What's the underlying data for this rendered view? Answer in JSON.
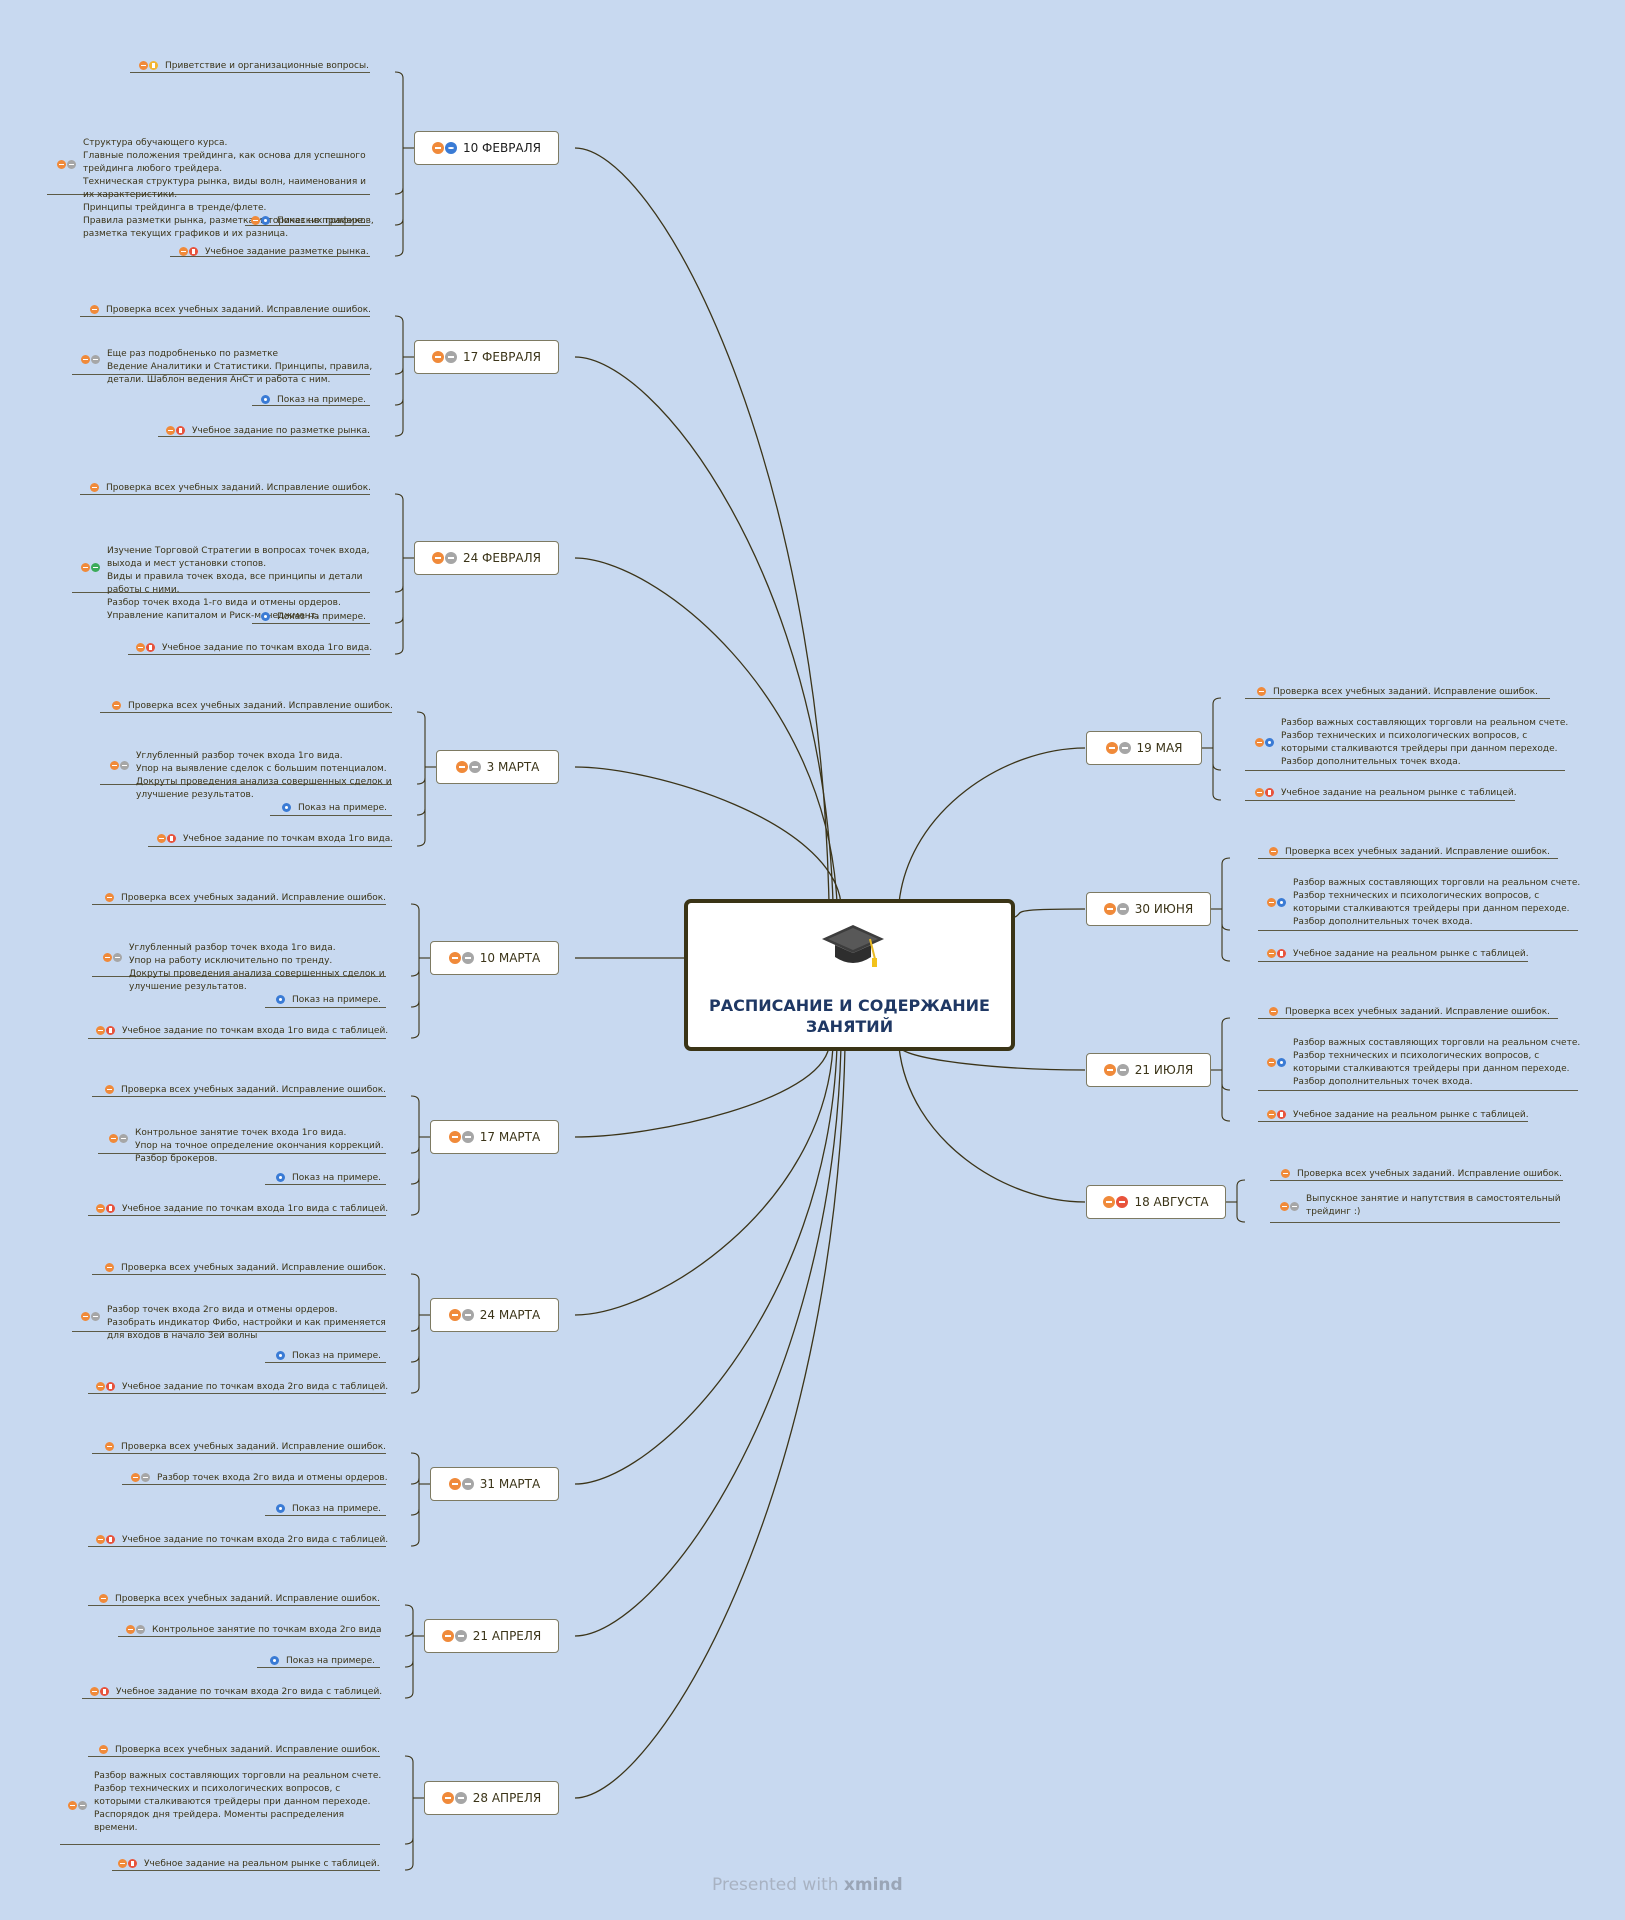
{
  "central": {
    "title": "РАСПИСАНИЕ И СОДЕРЖАНИЕ ЗАНЯТИЙ",
    "icon": "graduation-cap-icon"
  },
  "footer": {
    "presented_with": "Presented with",
    "brand": "xmind"
  },
  "left_topics": [
    {
      "date": "10 ФЕВРАЛЯ",
      "icons": [
        "orange",
        "blue"
      ],
      "children": [
        {
          "text": "Приветствие и организационные вопросы.",
          "icons": [
            "orange",
            "yellow"
          ]
        },
        {
          "text": "Структура обучающего курса.\nГлавные положения трейдинга, как основа для успешного\nтрейдинга любого трейдера.\nТехническая структура рынка, виды волн, наименования и\nих характеристики.\nПринципы трейдинга в тренде/флете.\nПравила разметки рынка, разметка исторических графиков,\nразметка текущих графиков и их разница.",
          "icons": [
            "orange",
            "gray"
          ]
        },
        {
          "text": "Показ на примере.",
          "icons": [
            "orange",
            "blue"
          ]
        },
        {
          "text": "Учебное задание разметке рынка.",
          "icons": [
            "orange",
            "red"
          ]
        }
      ]
    },
    {
      "date": "17 ФЕВРАЛЯ",
      "icons": [
        "orange",
        "gray"
      ],
      "children": [
        {
          "text": "Проверка всех учебных заданий. Исправление ошибок.",
          "icons": [
            "orange"
          ]
        },
        {
          "text": "Еще раз подробненько по разметке\nВедение Аналитики и Статистики. Принципы, правила,\nдетали. Шаблон ведения АнСт и работа с ним.",
          "icons": [
            "orange",
            "gray"
          ]
        },
        {
          "text": "Показ на примере.",
          "icons": [
            "blue"
          ]
        },
        {
          "text": "Учебное задание по разметке рынка.",
          "icons": [
            "orange",
            "red"
          ]
        }
      ]
    },
    {
      "date": "24 ФЕВРАЛЯ",
      "icons": [
        "orange",
        "gray"
      ],
      "children": [
        {
          "text": "Проверка всех учебных заданий. Исправление ошибок.",
          "icons": [
            "orange"
          ]
        },
        {
          "text": "Изучение Торговой Стратегии в вопросах точек входа,\nвыхода и мест установки стопов.\nВиды и правила точек входа, все принципы и детали\nработы с ними.\nРазбор точек входа 1-го вида и отмены ордеров.\nУправление капиталом и Риск-менеджмент.",
          "icons": [
            "orange",
            "green"
          ]
        },
        {
          "text": "Показ на примере.",
          "icons": [
            "blue"
          ]
        },
        {
          "text": "Учебное задание по точкам входа 1го вида.",
          "icons": [
            "orange",
            "red"
          ]
        }
      ]
    },
    {
      "date": "3 МАРТА",
      "icons": [
        "orange",
        "gray"
      ],
      "children": [
        {
          "text": "Проверка всех учебных заданий. Исправление ошибок.",
          "icons": [
            "orange"
          ]
        },
        {
          "text": "Углубленный разбор точек входа 1го вида.\nУпор на выявление сделок с большим потенциалом.\nДокруты проведения анализа совершенных сделок и\nулучшение результатов.",
          "icons": [
            "orange",
            "gray"
          ]
        },
        {
          "text": "Показ на примере.",
          "icons": [
            "blue"
          ]
        },
        {
          "text": "Учебное задание по точкам входа 1го вида.",
          "icons": [
            "orange",
            "red"
          ]
        }
      ]
    },
    {
      "date": "10 МАРТА",
      "icons": [
        "orange",
        "gray"
      ],
      "children": [
        {
          "text": "Проверка всех учебных заданий. Исправление ошибок.",
          "icons": [
            "orange"
          ]
        },
        {
          "text": "Углубленный разбор точек входа 1го вида.\nУпор на работу исключительно по тренду.\nДокруты проведения анализа совершенных сделок и\nулучшение результатов.",
          "icons": [
            "orange",
            "gray"
          ]
        },
        {
          "text": "Показ на примере.",
          "icons": [
            "blue"
          ]
        },
        {
          "text": "Учебное задание по точкам входа 1го вида с таблицей.",
          "icons": [
            "orange",
            "red"
          ]
        }
      ]
    },
    {
      "date": "17 МАРТА",
      "icons": [
        "orange",
        "gray"
      ],
      "children": [
        {
          "text": "Проверка всех учебных заданий. Исправление ошибок.",
          "icons": [
            "orange"
          ]
        },
        {
          "text": "Контрольное занятие точек входа 1го вида.\nУпор на точное определение окончания коррекций.\nРазбор брокеров.",
          "icons": [
            "orange",
            "gray"
          ]
        },
        {
          "text": "Показ на примере.",
          "icons": [
            "blue"
          ]
        },
        {
          "text": "Учебное задание по точкам входа 1го вида с таблицей.",
          "icons": [
            "orange",
            "red"
          ]
        }
      ]
    },
    {
      "date": "24 МАРТА",
      "icons": [
        "orange",
        "gray"
      ],
      "children": [
        {
          "text": "Проверка всех учебных заданий. Исправление ошибок.",
          "icons": [
            "orange"
          ]
        },
        {
          "text": "Разбор точек входа 2го вида и отмены ордеров.\nРазобрать индикатор Фибо, настройки и как применяется\nдля входов в начало 3ей волны",
          "icons": [
            "orange",
            "gray"
          ]
        },
        {
          "text": "Показ на примере.",
          "icons": [
            "blue"
          ]
        },
        {
          "text": "Учебное задание по точкам входа 2го вида с таблицей.",
          "icons": [
            "orange",
            "red"
          ]
        }
      ]
    },
    {
      "date": "31 МАРТА",
      "icons": [
        "orange",
        "gray"
      ],
      "children": [
        {
          "text": "Проверка всех учебных заданий. Исправление ошибок.",
          "icons": [
            "orange"
          ]
        },
        {
          "text": "Разбор точек входа 2го вида и отмены ордеров.",
          "icons": [
            "orange",
            "gray"
          ]
        },
        {
          "text": "Показ на примере.",
          "icons": [
            "blue"
          ]
        },
        {
          "text": "Учебное задание по точкам входа 2го вида с таблицей.",
          "icons": [
            "orange",
            "red"
          ]
        }
      ]
    },
    {
      "date": "21 АПРЕЛЯ",
      "icons": [
        "orange",
        "gray"
      ],
      "children": [
        {
          "text": "Проверка всех учебных заданий. Исправление ошибок.",
          "icons": [
            "orange"
          ]
        },
        {
          "text": "Контрольное занятие по точкам входа 2го вида",
          "icons": [
            "orange",
            "gray"
          ]
        },
        {
          "text": "Показ на примере.",
          "icons": [
            "blue"
          ]
        },
        {
          "text": "Учебное задание по точкам входа 2го вида с таблицей.",
          "icons": [
            "orange",
            "red"
          ]
        }
      ]
    },
    {
      "date": "28 АПРЕЛЯ",
      "icons": [
        "orange",
        "gray"
      ],
      "children": [
        {
          "text": "Проверка всех учебных заданий. Исправление ошибок.",
          "icons": [
            "orange"
          ]
        },
        {
          "text": "Разбор важных составляющих торговли на реальном счете.\nРазбор технических и психологических вопросов, с\nкоторыми сталкиваются трейдеры при данном переходе.\nРаспорядок дня трейдера. Моменты распределения\nвремени.",
          "icons": [
            "orange",
            "gray"
          ]
        },
        {
          "text": "Учебное задание на реальном рынке с таблицей.",
          "icons": [
            "orange",
            "red"
          ]
        }
      ]
    }
  ],
  "right_topics": [
    {
      "date": "19 МАЯ",
      "icons": [
        "orange",
        "gray"
      ],
      "children": [
        {
          "text": "Проверка всех учебных заданий. Исправление ошибок.",
          "icons": [
            "orange"
          ]
        },
        {
          "text": "Разбор важных составляющих торговли на реальном счете.\nРазбор технических и психологических вопросов, с\nкоторыми сталкиваются трейдеры при данном переходе.\nРазбор дополнительных точек входа.",
          "icons": [
            "orange",
            "blue"
          ]
        },
        {
          "text": "Учебное задание на реальном рынке с таблицей.",
          "icons": [
            "orange",
            "red"
          ]
        }
      ]
    },
    {
      "date": "30 ИЮНЯ",
      "icons": [
        "orange",
        "gray"
      ],
      "children": [
        {
          "text": "Проверка всех учебных заданий. Исправление ошибок.",
          "icons": [
            "orange"
          ]
        },
        {
          "text": "Разбор важных составляющих торговли на реальном счете.\nРазбор технических и психологических вопросов, с\nкоторыми сталкиваются трейдеры при данном переходе.\nРазбор дополнительных точек входа.",
          "icons": [
            "orange",
            "blue"
          ]
        },
        {
          "text": "Учебное задание на реальном рынке с таблицей.",
          "icons": [
            "orange",
            "red"
          ]
        }
      ]
    },
    {
      "date": "21 ИЮЛЯ",
      "icons": [
        "orange",
        "gray"
      ],
      "children": [
        {
          "text": "Проверка всех учебных заданий. Исправление ошибок.",
          "icons": [
            "orange"
          ]
        },
        {
          "text": "Разбор важных составляющих торговли на реальном счете.\nРазбор технических и психологических вопросов, с\nкоторыми сталкиваются трейдеры при данном переходе.\nРазбор дополнительных точек входа.",
          "icons": [
            "orange",
            "blue"
          ]
        },
        {
          "text": "Учебное задание на реальном рынке с таблицей.",
          "icons": [
            "orange",
            "red"
          ]
        }
      ]
    },
    {
      "date": "18 АВГУСТА",
      "icons": [
        "orange",
        "red"
      ],
      "children": [
        {
          "text": "Проверка всех учебных заданий. Исправление ошибок.",
          "icons": [
            "orange"
          ]
        },
        {
          "text": "Выпускное занятие и напутствия в самостоятельный\nтрейдинг :)",
          "icons": [
            "orange",
            "gray"
          ]
        }
      ]
    }
  ]
}
